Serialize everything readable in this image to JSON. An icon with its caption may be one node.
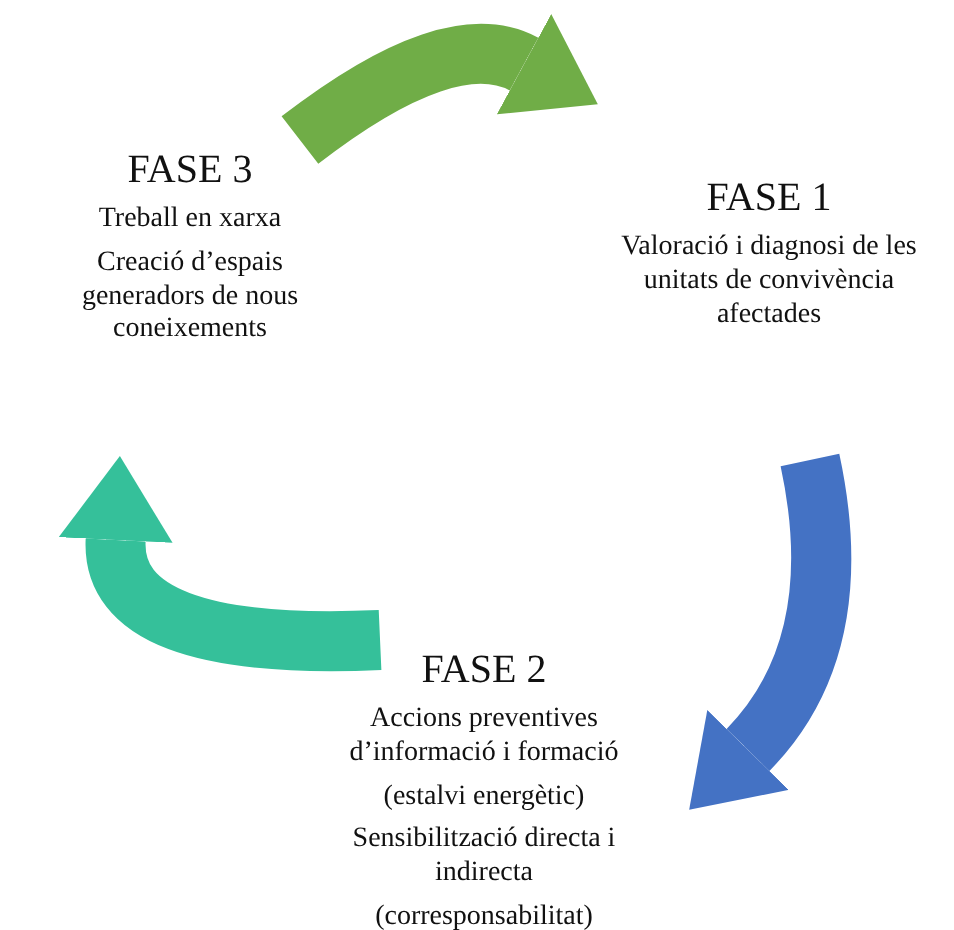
{
  "diagram": {
    "nodes": [
      {
        "text": [
          "FASE 3",
          "Treball en xarxa",
          "Creació d’espais generadors de nous coneixements"
        ]
      },
      {
        "text": [
          "FASE 1",
          "Valoració i diagnosi de les unitats de convivència afectades"
        ]
      },
      {
        "text": [
          "FASE 2",
          "Accions preventives d’informació i formació",
          "(estalvi energètic)",
          "Sensibilització directa i indirecta",
          "(corresponsabilitat)"
        ]
      }
    ],
    "edges": [
      {
        "from": 0,
        "to": 1,
        "arrow": "to",
        "color": "#70ad47"
      },
      {
        "from": 1,
        "to": 2,
        "arrow": "to",
        "color": "#4472c4"
      },
      {
        "from": 2,
        "to": 0,
        "arrow": "to",
        "color": "#35c09a"
      }
    ]
  }
}
